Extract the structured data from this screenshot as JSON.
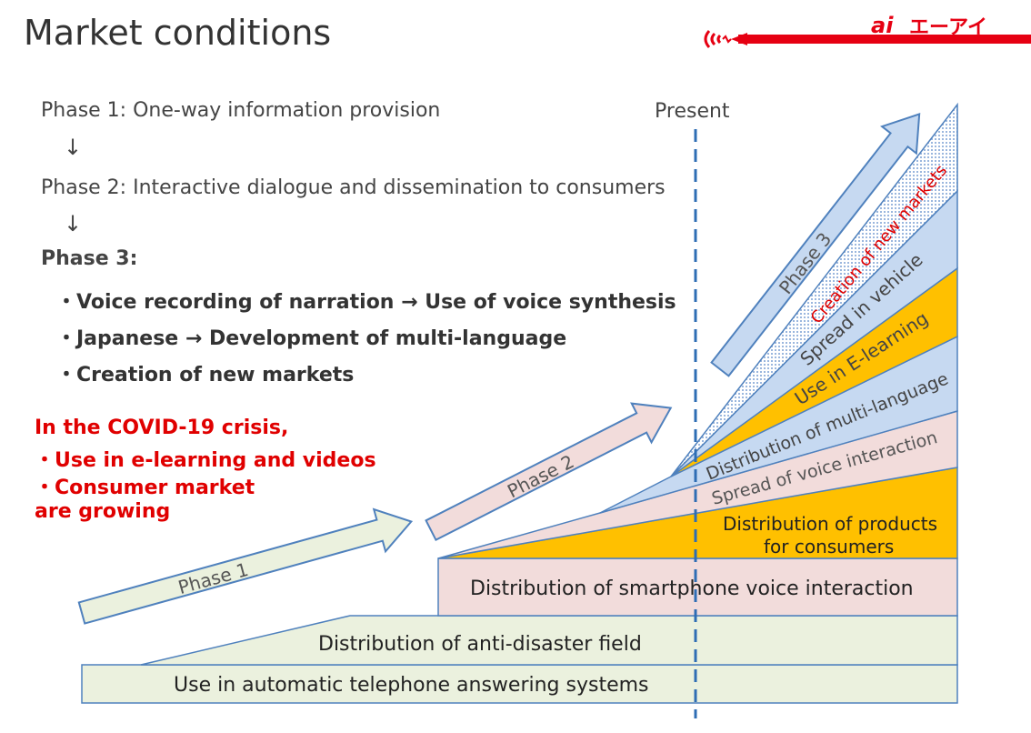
{
  "title": "Market conditions",
  "logo": {
    "text": "エーアイ",
    "mark": "ai",
    "brand_color": "#e60012"
  },
  "left_text": {
    "phase1": "Phase 1: One-way information provision",
    "arrow": "↓",
    "phase2": "Phase 2: Interactive dialogue and dissemination to consumers",
    "phase3": "Phase 3:",
    "bullets": [
      "・Voice recording of narration →  Use of voice synthesis",
      "・Japanese →  Development of multi-language",
      "・Creation of new markets"
    ],
    "covid": [
      "In the COVID-19 crisis,",
      "・Use in e-learning and videos",
      "・Consumer market",
      "are growing"
    ]
  },
  "present_label": "Present",
  "layers": {
    "telephone": "Use in automatic telephone answering systems",
    "anti_disaster": "Distribution of anti-disaster field",
    "smartphone": "Distribution of smartphone voice interaction",
    "products_line1": "Distribution of products",
    "products_line2": "for consumers",
    "voice_interaction": "Spread of voice interaction",
    "multi_language": "Distribution of multi-language",
    "elearning": "Use in E-learning",
    "vehicle": "Spread in vehicle",
    "new_markets": "Creation of new markets"
  },
  "phase_arrows": {
    "phase1": "Phase 1",
    "phase2": "Phase 2",
    "phase3": "Phase 3"
  },
  "colors": {
    "green_layer": "#ebf1de",
    "pink_layer": "#f2dcdb",
    "orange_layer": "#ffc000",
    "blue_layer": "#c6d9f1",
    "outline": "#4f81bd",
    "present_line": "#2e6db4",
    "red_text": "#e00000"
  }
}
